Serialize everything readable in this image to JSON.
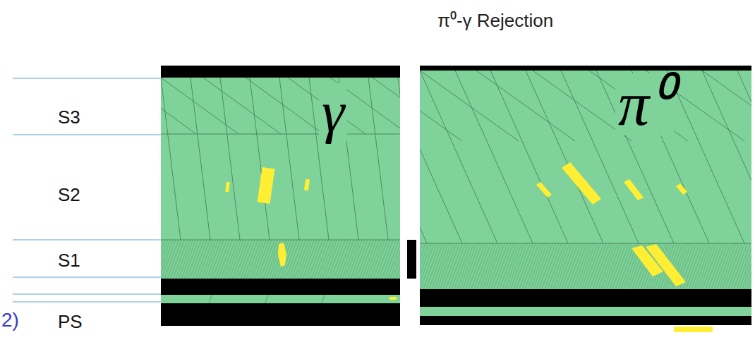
{
  "diagram": {
    "title": "π⁰-γ Rejection",
    "labels": [
      "S3",
      "S2",
      "S1",
      "2)",
      "PS",
      "γ",
      "π⁰"
    ]
  }
}
